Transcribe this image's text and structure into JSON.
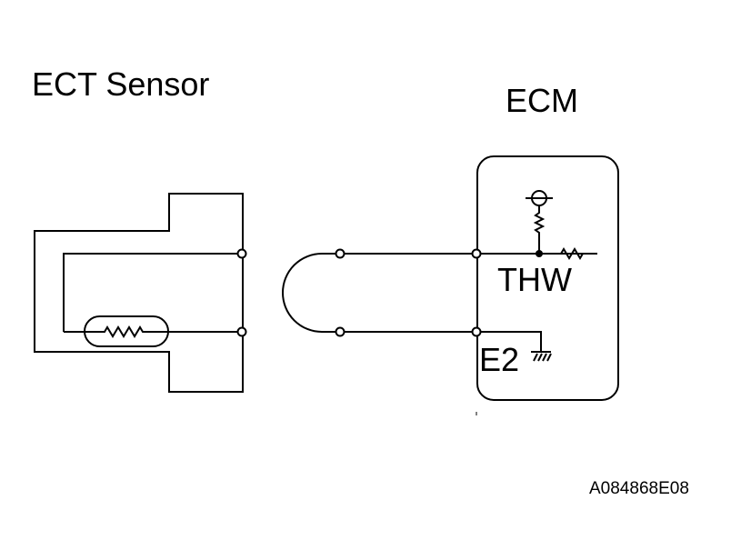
{
  "labels": {
    "sensor": "ECT Sensor",
    "ecm": "ECM",
    "thw": "THW",
    "e2": "E2",
    "figure_id": "A084868E08"
  },
  "colors": {
    "line": "#000000",
    "background": "#ffffff"
  }
}
